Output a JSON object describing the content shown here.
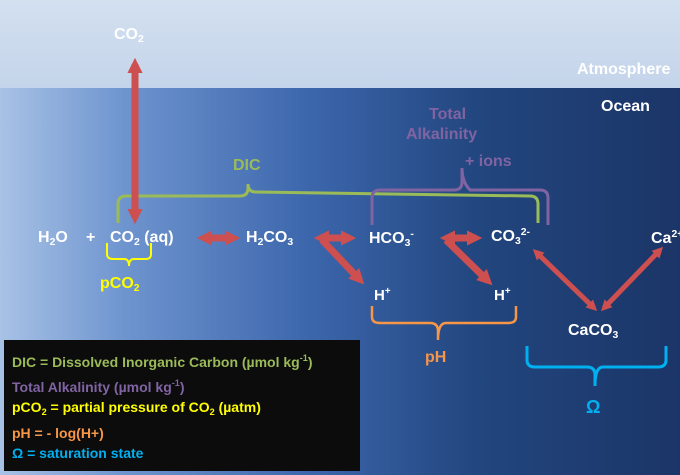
{
  "regions": {
    "atmosphere": "Atmosphere",
    "ocean": "Ocean"
  },
  "species": {
    "co2_atm_main": "CO",
    "co2_atm_sub": "2",
    "h2o_main": "H",
    "h2o_sub": "2",
    "h2o_tail": "O",
    "plus": "+",
    "co2aq_main": "CO",
    "co2aq_sub": "2",
    "co2aq_tail": " (aq)",
    "h2co3_h": "H",
    "h2co3_sub1": "2",
    "h2co3_co": "CO",
    "h2co3_sub2": "3",
    "hco3_main": "HCO",
    "hco3_sub": "3",
    "hco3_sup": "-",
    "co3_main": "CO",
    "co3_sub": "3",
    "co3_sup": "2-",
    "h1_main": "H",
    "h1_sup": "+",
    "h2_main": "H",
    "h2_sup": "+",
    "caco3_main": "CaCO",
    "caco3_sub": "3",
    "ca_main": "Ca",
    "ca_sup": "2+"
  },
  "labels": {
    "dic": "DIC",
    "total_alk_line1": "Total",
    "total_alk_line2": "Alkalinity",
    "ions": "+ ions",
    "pco2_main": "pCO",
    "pco2_sub": "2",
    "ph": "pH",
    "omega": "Ω"
  },
  "legend": {
    "dic_text": "DIC = Dissolved Inorganic Carbon (µmol kg",
    "dic_sup": "-1",
    "dic_tail": ")",
    "ta_text": "Total Alkalinity (µmol kg",
    "ta_sup": "-1",
    "ta_tail": ")",
    "pco2_text": "pCO",
    "pco2_sub": "2",
    "pco2_tail": " = partial pressure of CO",
    "pco2_sub2": "2",
    "pco2_tail2": " (µatm)",
    "ph_text": "pH = - log(H+)",
    "omega_text": "Ω = saturation state"
  },
  "colors": {
    "atmosphere": "#c8d8ee",
    "ocean_dark": "#1b3567",
    "arrow": "#cd4f4f",
    "dic": "#9bbb59",
    "alkalinity": "#8064a2",
    "pco2": "#ffff00",
    "ph": "#f79646",
    "omega": "#00b0f0",
    "legend_bg": "#0c0c0c"
  }
}
